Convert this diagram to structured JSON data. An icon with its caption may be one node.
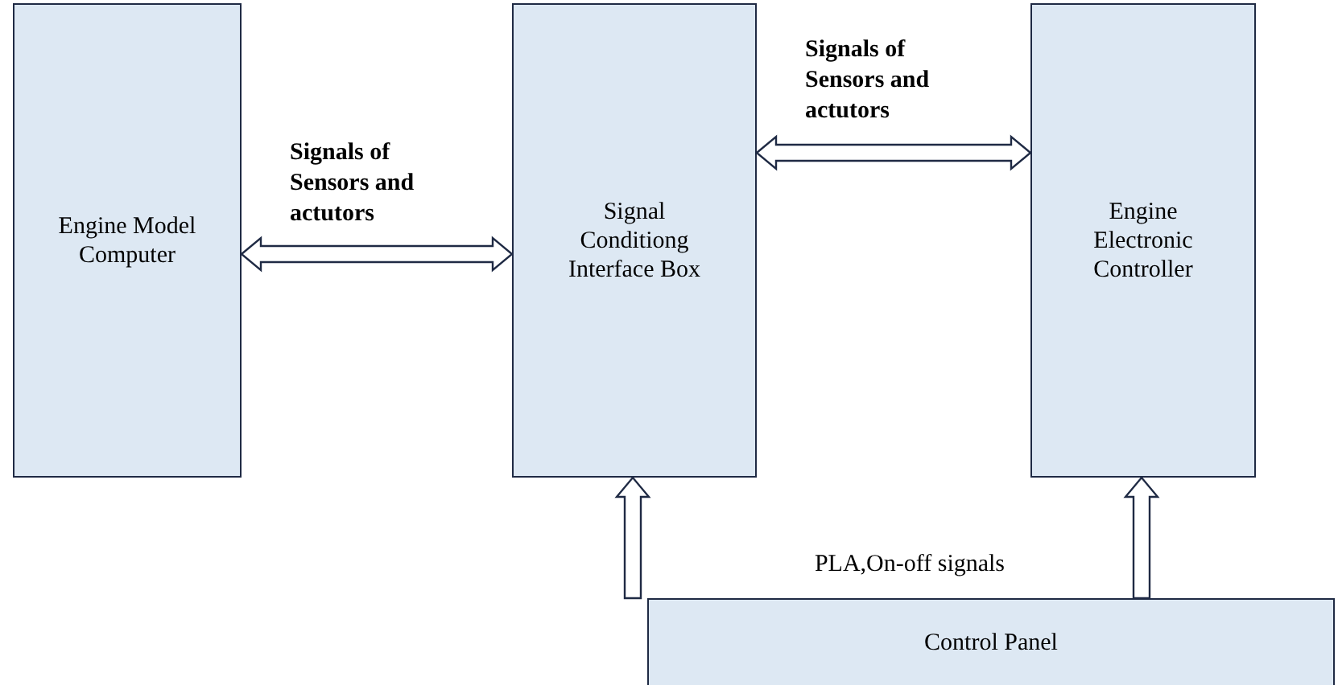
{
  "diagram": {
    "nodes": [
      {
        "text": [
          "Engine Model Computer"
        ]
      },
      {
        "text": [
          "Signal Conditiong Interface Box"
        ]
      },
      {
        "text": [
          "Engine Electronic Controller"
        ]
      },
      {
        "text": [
          "Control Panel"
        ]
      }
    ],
    "edges": [
      {
        "from": 0,
        "to": 1,
        "arrow": "both",
        "label": "Signals of Sensors and actutors"
      },
      {
        "from": 1,
        "to": 2,
        "arrow": "both",
        "label": "Signals of Sensors and actutors"
      },
      {
        "from": 3,
        "to": 1,
        "arrow": "to"
      },
      {
        "from": 3,
        "to": 2,
        "arrow": "to"
      }
    ],
    "labels": [
      "PLA,On-off signals"
    ]
  }
}
